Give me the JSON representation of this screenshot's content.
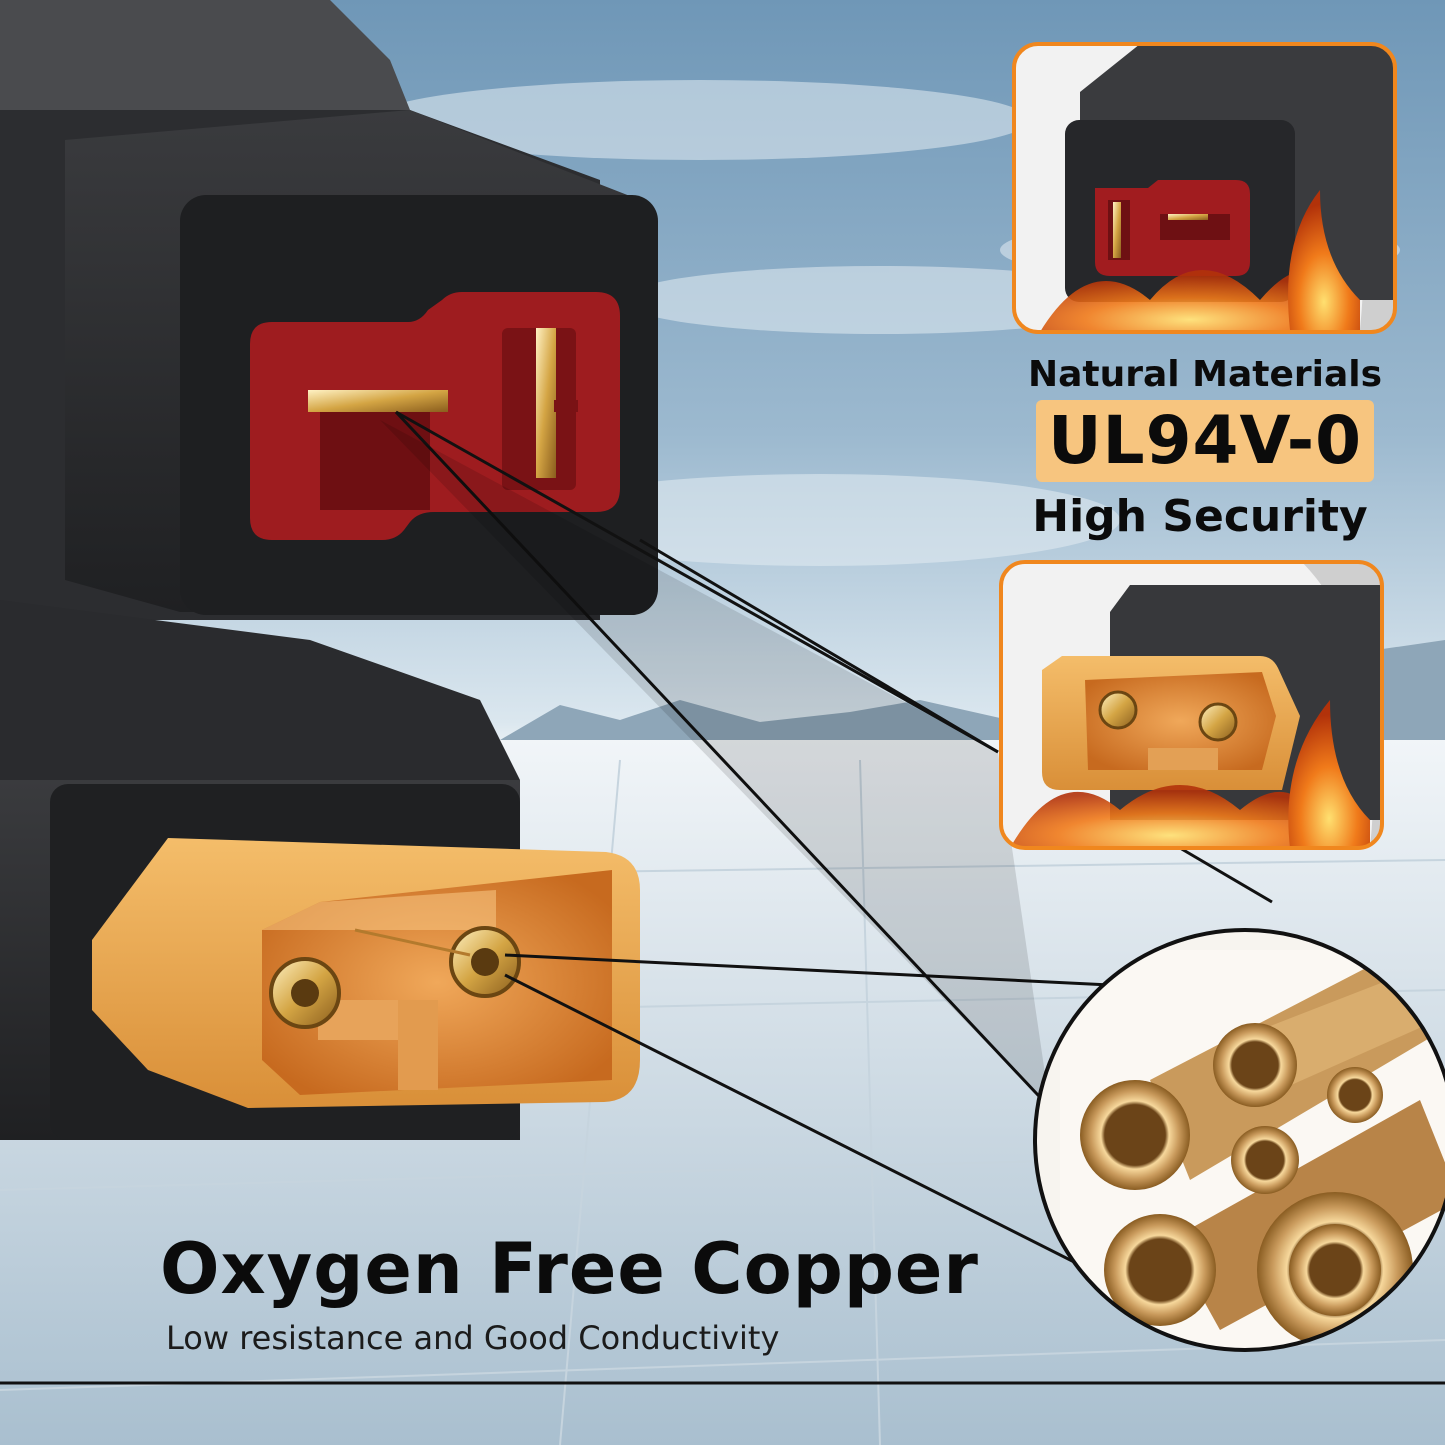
{
  "features": {
    "fire_title": "Natural Materials",
    "fire_badge": "UL94V-0",
    "fire_caption": "High Security"
  },
  "copper": {
    "title": "Oxygen Free Copper",
    "subtitle": "Low resistance and Good Conductivity"
  },
  "colors": {
    "badge": "#f7c57f",
    "frame_orange": "#f0871e",
    "housing_black": "#2b2b2d",
    "dean_red": "#9e1c1f",
    "xt_yellow": "#eeab4e",
    "copper": "#c99a5c"
  }
}
